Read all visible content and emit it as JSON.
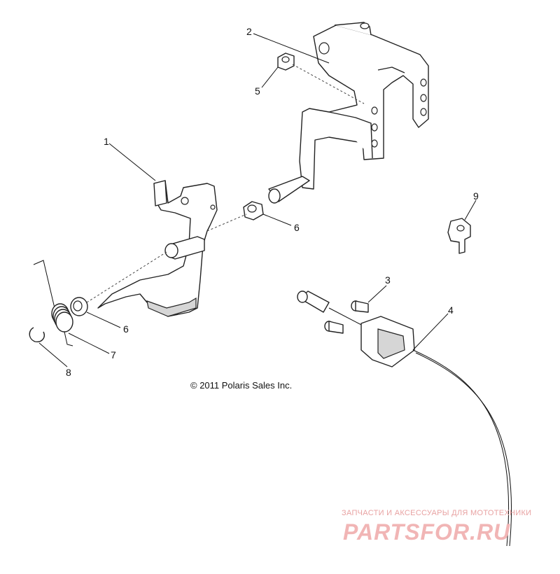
{
  "callouts": {
    "c1": "1",
    "c2": "2",
    "c3": "3",
    "c4": "4",
    "c5": "5",
    "c6a": "6",
    "c6b": "6",
    "c7": "7",
    "c8": "8",
    "c9": "9"
  },
  "copyright": "© 2011 Polaris Sales Inc.",
  "watermark": {
    "tagline": "ЗАПЧАСТИ И АКСЕССУАРЫ ДЛЯ МОТОТЕХНИКИ",
    "logo": "PARTSFOR.RU"
  },
  "colors": {
    "line": "#222222",
    "watermark": "#f1b5b5"
  }
}
